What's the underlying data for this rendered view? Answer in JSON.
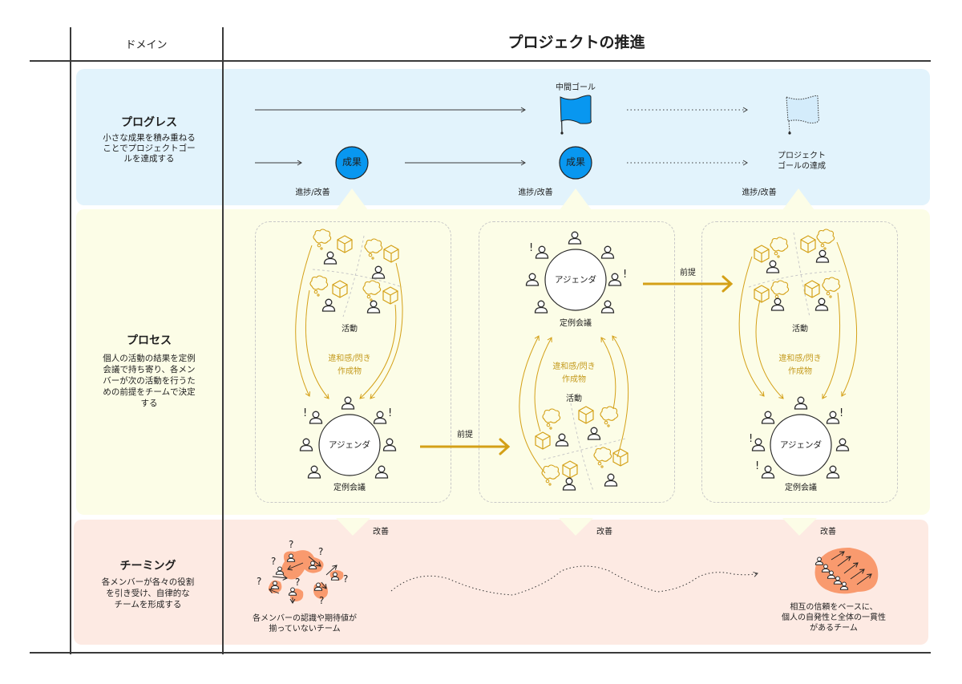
{
  "header": {
    "domain_column_label": "ドメイン",
    "title": "プロジェクトの推進"
  },
  "colors": {
    "progress_bg": "#e2f3fc",
    "process_bg": "#fcfde7",
    "teaming_bg": "#fdeae3",
    "accent_blue": "#0897f0",
    "accent_gold": "#d4a017",
    "accent_orange": "#f99a6e",
    "line": "#3a3a3a"
  },
  "domains": {
    "progress": {
      "title": "プログレス",
      "description": [
        "小さな成果を積み重ねる",
        "ことでプロジェクトゴー",
        "ルを達成する"
      ]
    },
    "process": {
      "title": "プロセス",
      "description": [
        "個人の活動の結果を定例",
        "会議で持ち寄り、各メン",
        "バーが次の活動を行うた",
        "めの前提をチームで決定",
        "する"
      ]
    },
    "teaming": {
      "title": "チーミング",
      "description": [
        "各メンバーが各々の役割",
        "を引き受け、自律的な",
        "チームを形成する"
      ]
    }
  },
  "progress_lane": {
    "milestone_label": "中間ゴール",
    "deliverable_label": "成果",
    "goal_label": [
      "プロジェクト",
      "ゴールの達成"
    ],
    "feedback_label": "進捗/改善"
  },
  "process_lane": {
    "activity_label": "活動",
    "feedback_label": [
      "違和感/閃き",
      "作成物"
    ],
    "meeting_label": "定例会議",
    "agenda_label": "アジェンダ",
    "premise_label": "前提",
    "alert_mark": "!"
  },
  "teaming_lane": {
    "improve_label": "改善",
    "question_mark": "?",
    "before_label": [
      "各メンバーの認識や期待値が",
      "揃っていないチーム"
    ],
    "after_label": [
      "相互の信頼をベースに、",
      "個人の自発性と全体の一貫性",
      "があるチーム"
    ]
  },
  "icons": {
    "person": "person-icon",
    "cube": "cube-icon",
    "thought": "thought-bubble-icon",
    "flag": "flag-icon",
    "arrow": "arrow-icon"
  }
}
